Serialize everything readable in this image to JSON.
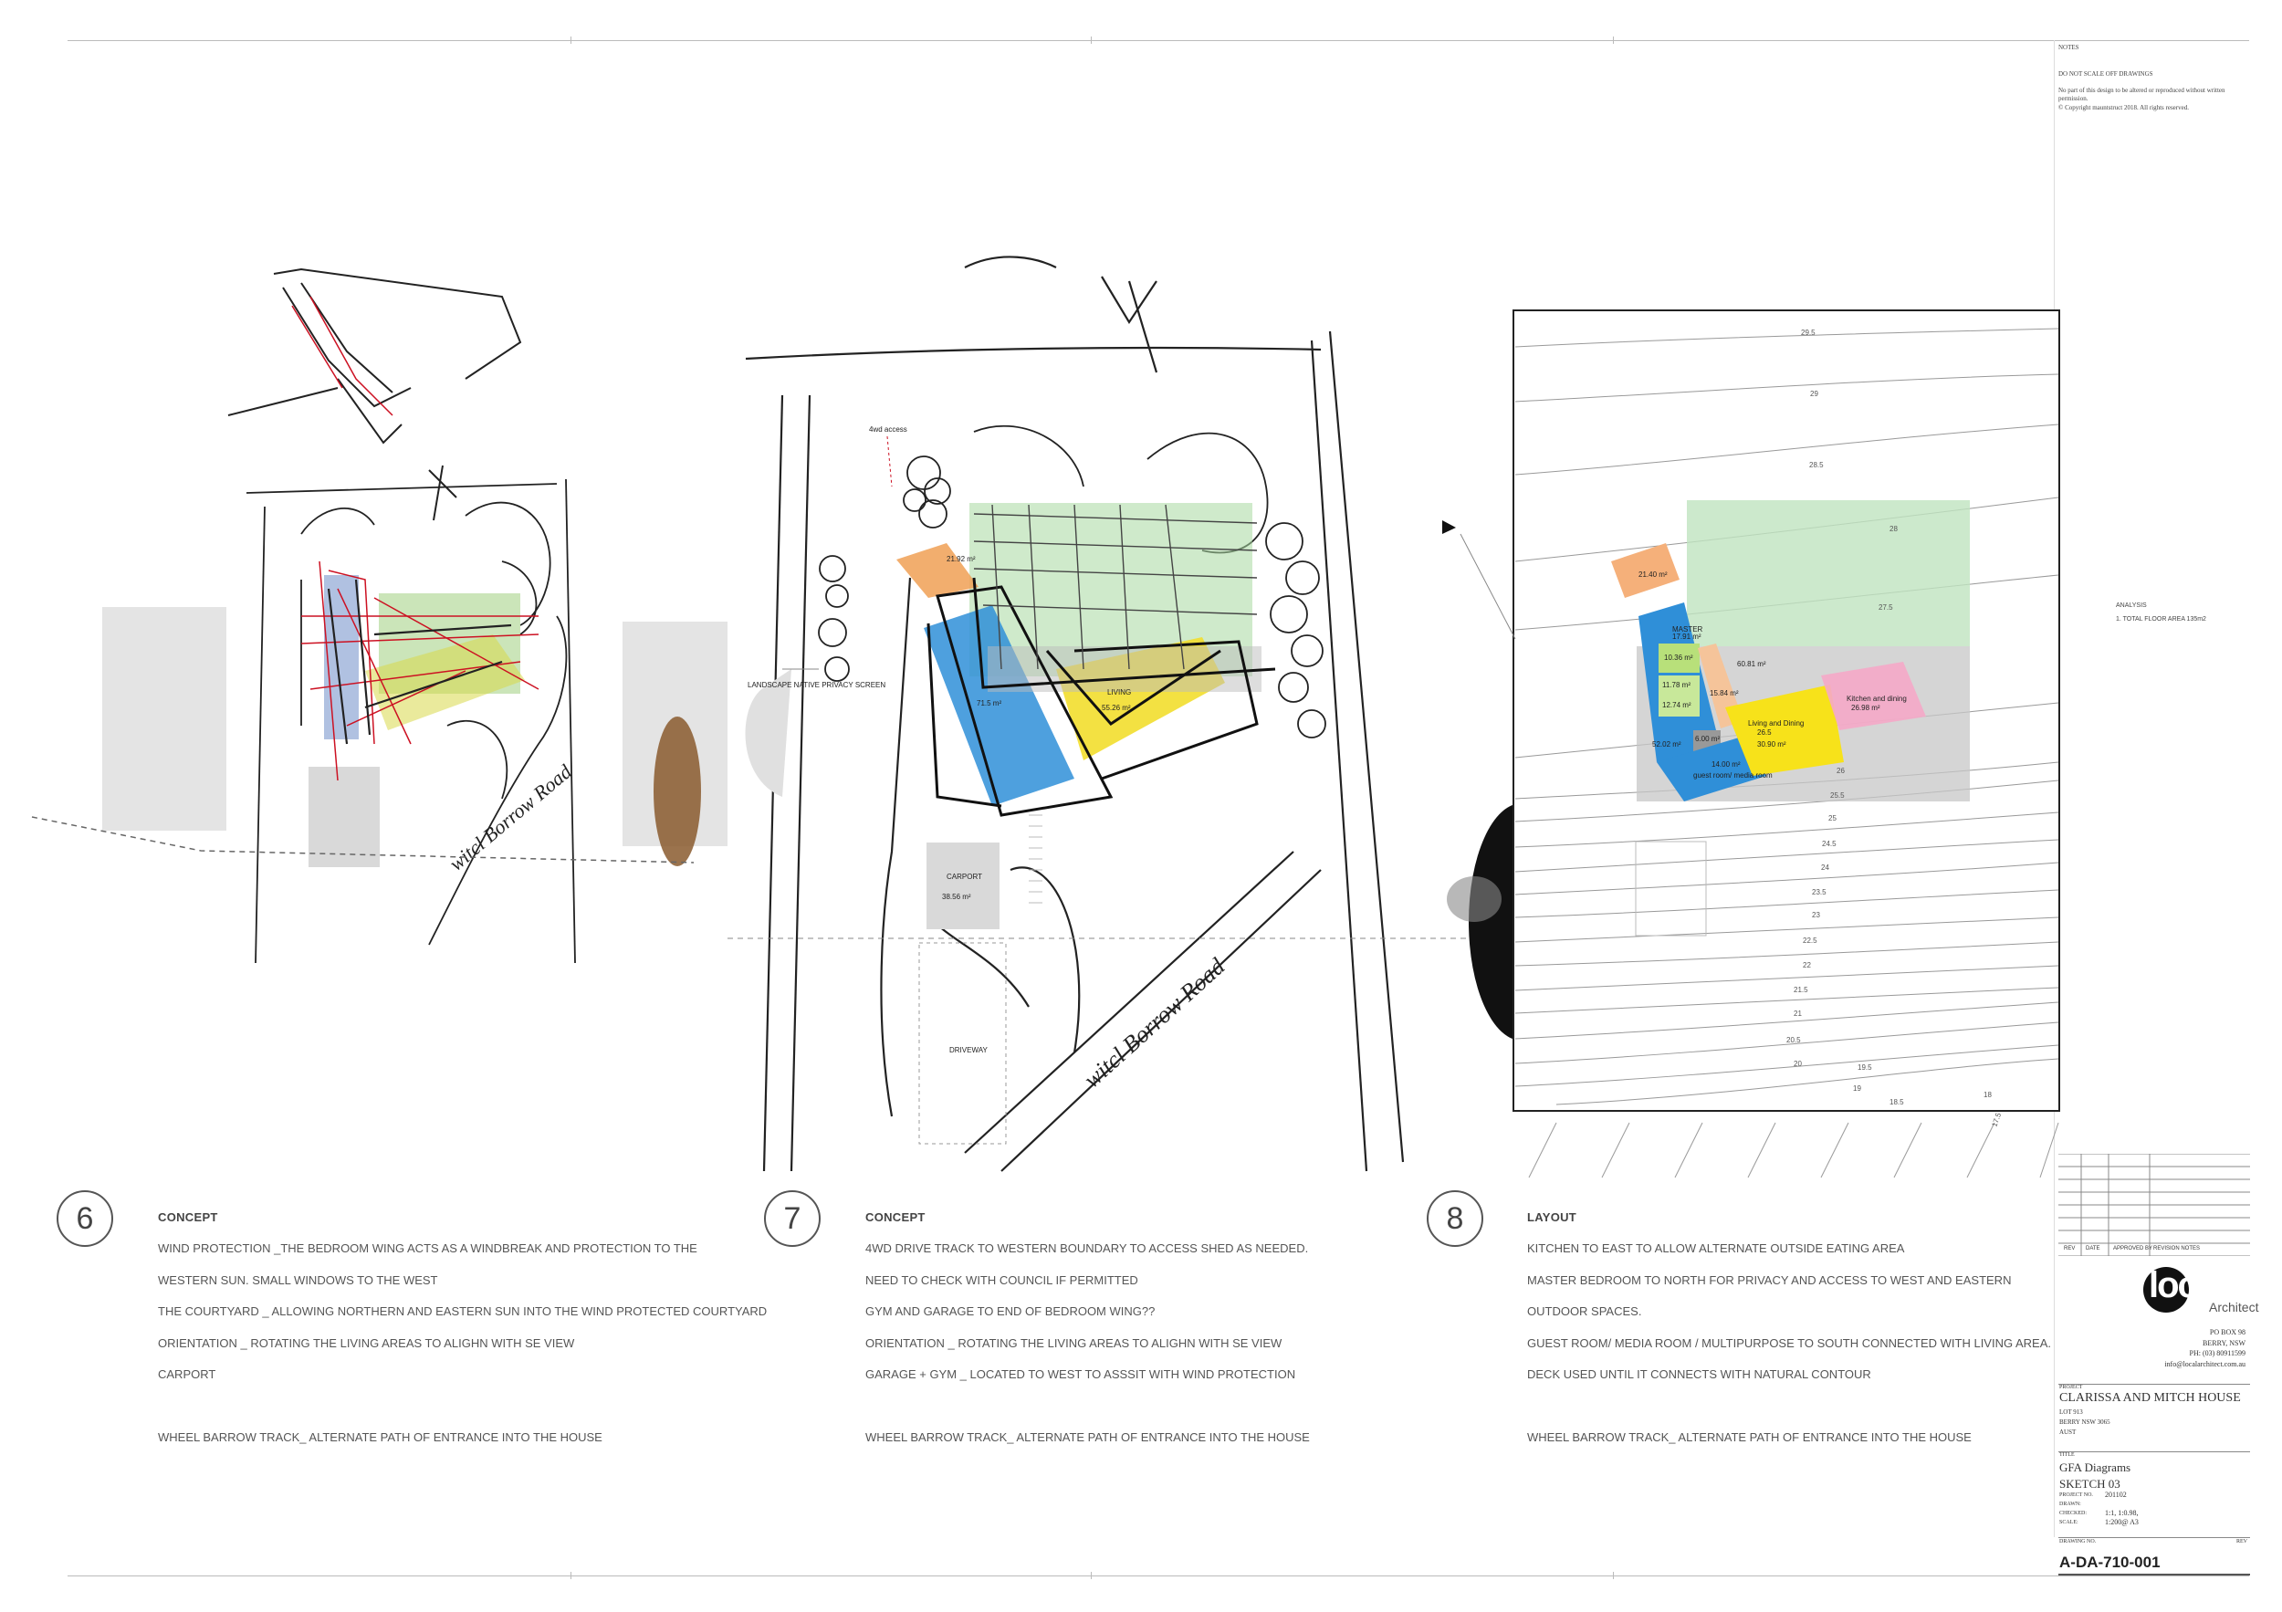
{
  "notes": {
    "title": "NOTES",
    "line1": "DO NOT SCALE OFF DRAWINGS",
    "line2": "No part of this design to be altered or reproduced without written permission.",
    "line3": "© Copyright mauntstruct 2018. All rights reserved."
  },
  "analysis": {
    "title": "ANALYSIS",
    "item": "1. TOTAL FLOOR AREA 135m2"
  },
  "panel7": {
    "access_label": "4wd access",
    "privacy_label": "LANDSCAPE NATIVE PRIVACY SCREEN",
    "area_top": "21.92 m²",
    "area_bed": "71.5 m²",
    "living_label": "LIVING",
    "area_living": "55.26 m²",
    "carport_label": "CARPORT",
    "area_carport": "38.56 m²",
    "driveway_label": "DRIVEWAY",
    "street_text": "witcl Borrow Road"
  },
  "panel6": {
    "street_text": "witcl Borrow Road"
  },
  "panel8": {
    "shed_area": "21.40 m²",
    "master_label": "MASTER",
    "master_area": "17.91 m²",
    "area_a": "10.36 m²",
    "area_b": "11.78 m²",
    "area_c": "12.74 m²",
    "area_d": "15.84 m²",
    "area_e": "6.00 m²",
    "area_f": "60.81 m²",
    "area_g": "14.00 m²",
    "area_h": "52.02 m²",
    "guest_label": "guest room/ media room",
    "living_label": "Living and Dining",
    "living_area": "30.90 m²",
    "kitchen_label": "Kitchen and dining",
    "kitchen_area": "26.98 m²",
    "living_level": "26.5",
    "contours": [
      "29.5",
      "29",
      "28.5",
      "28",
      "27.5",
      "26",
      "25.5",
      "25",
      "24.5",
      "24",
      "23.5",
      "23",
      "22.5",
      "22",
      "21.5",
      "21",
      "20.5",
      "20",
      "19.5",
      "19",
      "18.5",
      "18",
      "17.5"
    ]
  },
  "sections": [
    {
      "number": "6",
      "heading": "CONCEPT",
      "lines": [
        "WIND PROTECTION _THE BEDROOM WING ACTS AS A WINDBREAK AND PROTECTION TO THE",
        "WESTERN SUN. SMALL WINDOWS TO THE WEST",
        "THE COURTYARD _ ALLOWING NORTHERN AND EASTERN SUN INTO THE WIND PROTECTED COURTYARD",
        "ORIENTATION _ ROTATING THE  LIVING AREAS TO ALIGHN WITH SE VIEW",
        "CARPORT",
        "",
        "WHEEL BARROW TRACK_ ALTERNATE PATH OF ENTRANCE INTO THE HOUSE"
      ]
    },
    {
      "number": "7",
      "heading": "CONCEPT",
      "lines": [
        "4WD DRIVE TRACK TO WESTERN BOUNDARY TO ACCESS SHED AS NEEDED.",
        "NEED TO CHECK WITH COUNCIL IF PERMITTED",
        "GYM AND GARAGE TO END OF BEDROOM WING??",
        "ORIENTATION _ ROTATING THE  LIVING AREAS TO ALIGHN WITH SE VIEW",
        "GARAGE + GYM _ LOCATED TO WEST TO  ASSSIT WITH WIND PROTECTION",
        "",
        "WHEEL BARROW TRACK_ ALTERNATE PATH OF ENTRANCE INTO THE HOUSE"
      ]
    },
    {
      "number": "8",
      "heading": "LAYOUT",
      "lines": [
        "KITCHEN TO EAST TO ALLOW ALTERNATE OUTSIDE EATING AREA",
        "MASTER BEDROOM TO NORTH FOR PRIVACY AND ACCESS TO WEST AND EASTERN",
        "OUTDOOR SPACES.",
        "GUEST ROOM/ MEDIA ROOM / MULTIPURPOSE TO SOUTH CONNECTED WITH LIVING AREA.",
        "DECK USED UNTIL IT  CONNECTS WITH NATURAL CONTOUR",
        "",
        "WHEEL BARROW TRACK_ ALTERNATE PATH OF ENTRANCE INTO THE HOUSE"
      ]
    }
  ],
  "revisions": {
    "col_rev": "REV",
    "col_date": "DATE",
    "col_approved": "APPROVED BY",
    "col_notes": "REVISION NOTES"
  },
  "firm": {
    "logo_main": "local",
    "logo_sub": "Architect",
    "address1": "PO BOX 98",
    "address2": "BERRY, NSW",
    "phone": "PH: (03) 80911599",
    "email": "info@localarchitect.com.au"
  },
  "project": {
    "label": "PROJECT",
    "name": "CLARISSA AND MITCH HOUSE",
    "lot": "LOT 913",
    "suburb": "BERRY NSW 3065",
    "country": "AUST"
  },
  "title_block": {
    "label": "TITLE",
    "title": "GFA Diagrams",
    "subtitle": "SKETCH 03",
    "project_no_label": "PROJECT NO.",
    "project_no": "201102",
    "drawn_label": "DRAWN:",
    "checked_label": "CHECKED:",
    "checked_value": "1:1, 1:0.98,",
    "scale_label": "SCALE:",
    "scale_value": "1:200@ A3",
    "drawing_no_label": "DRAWING NO.",
    "rev_label": "REV",
    "drawing_no": "A-DA-710-001"
  }
}
